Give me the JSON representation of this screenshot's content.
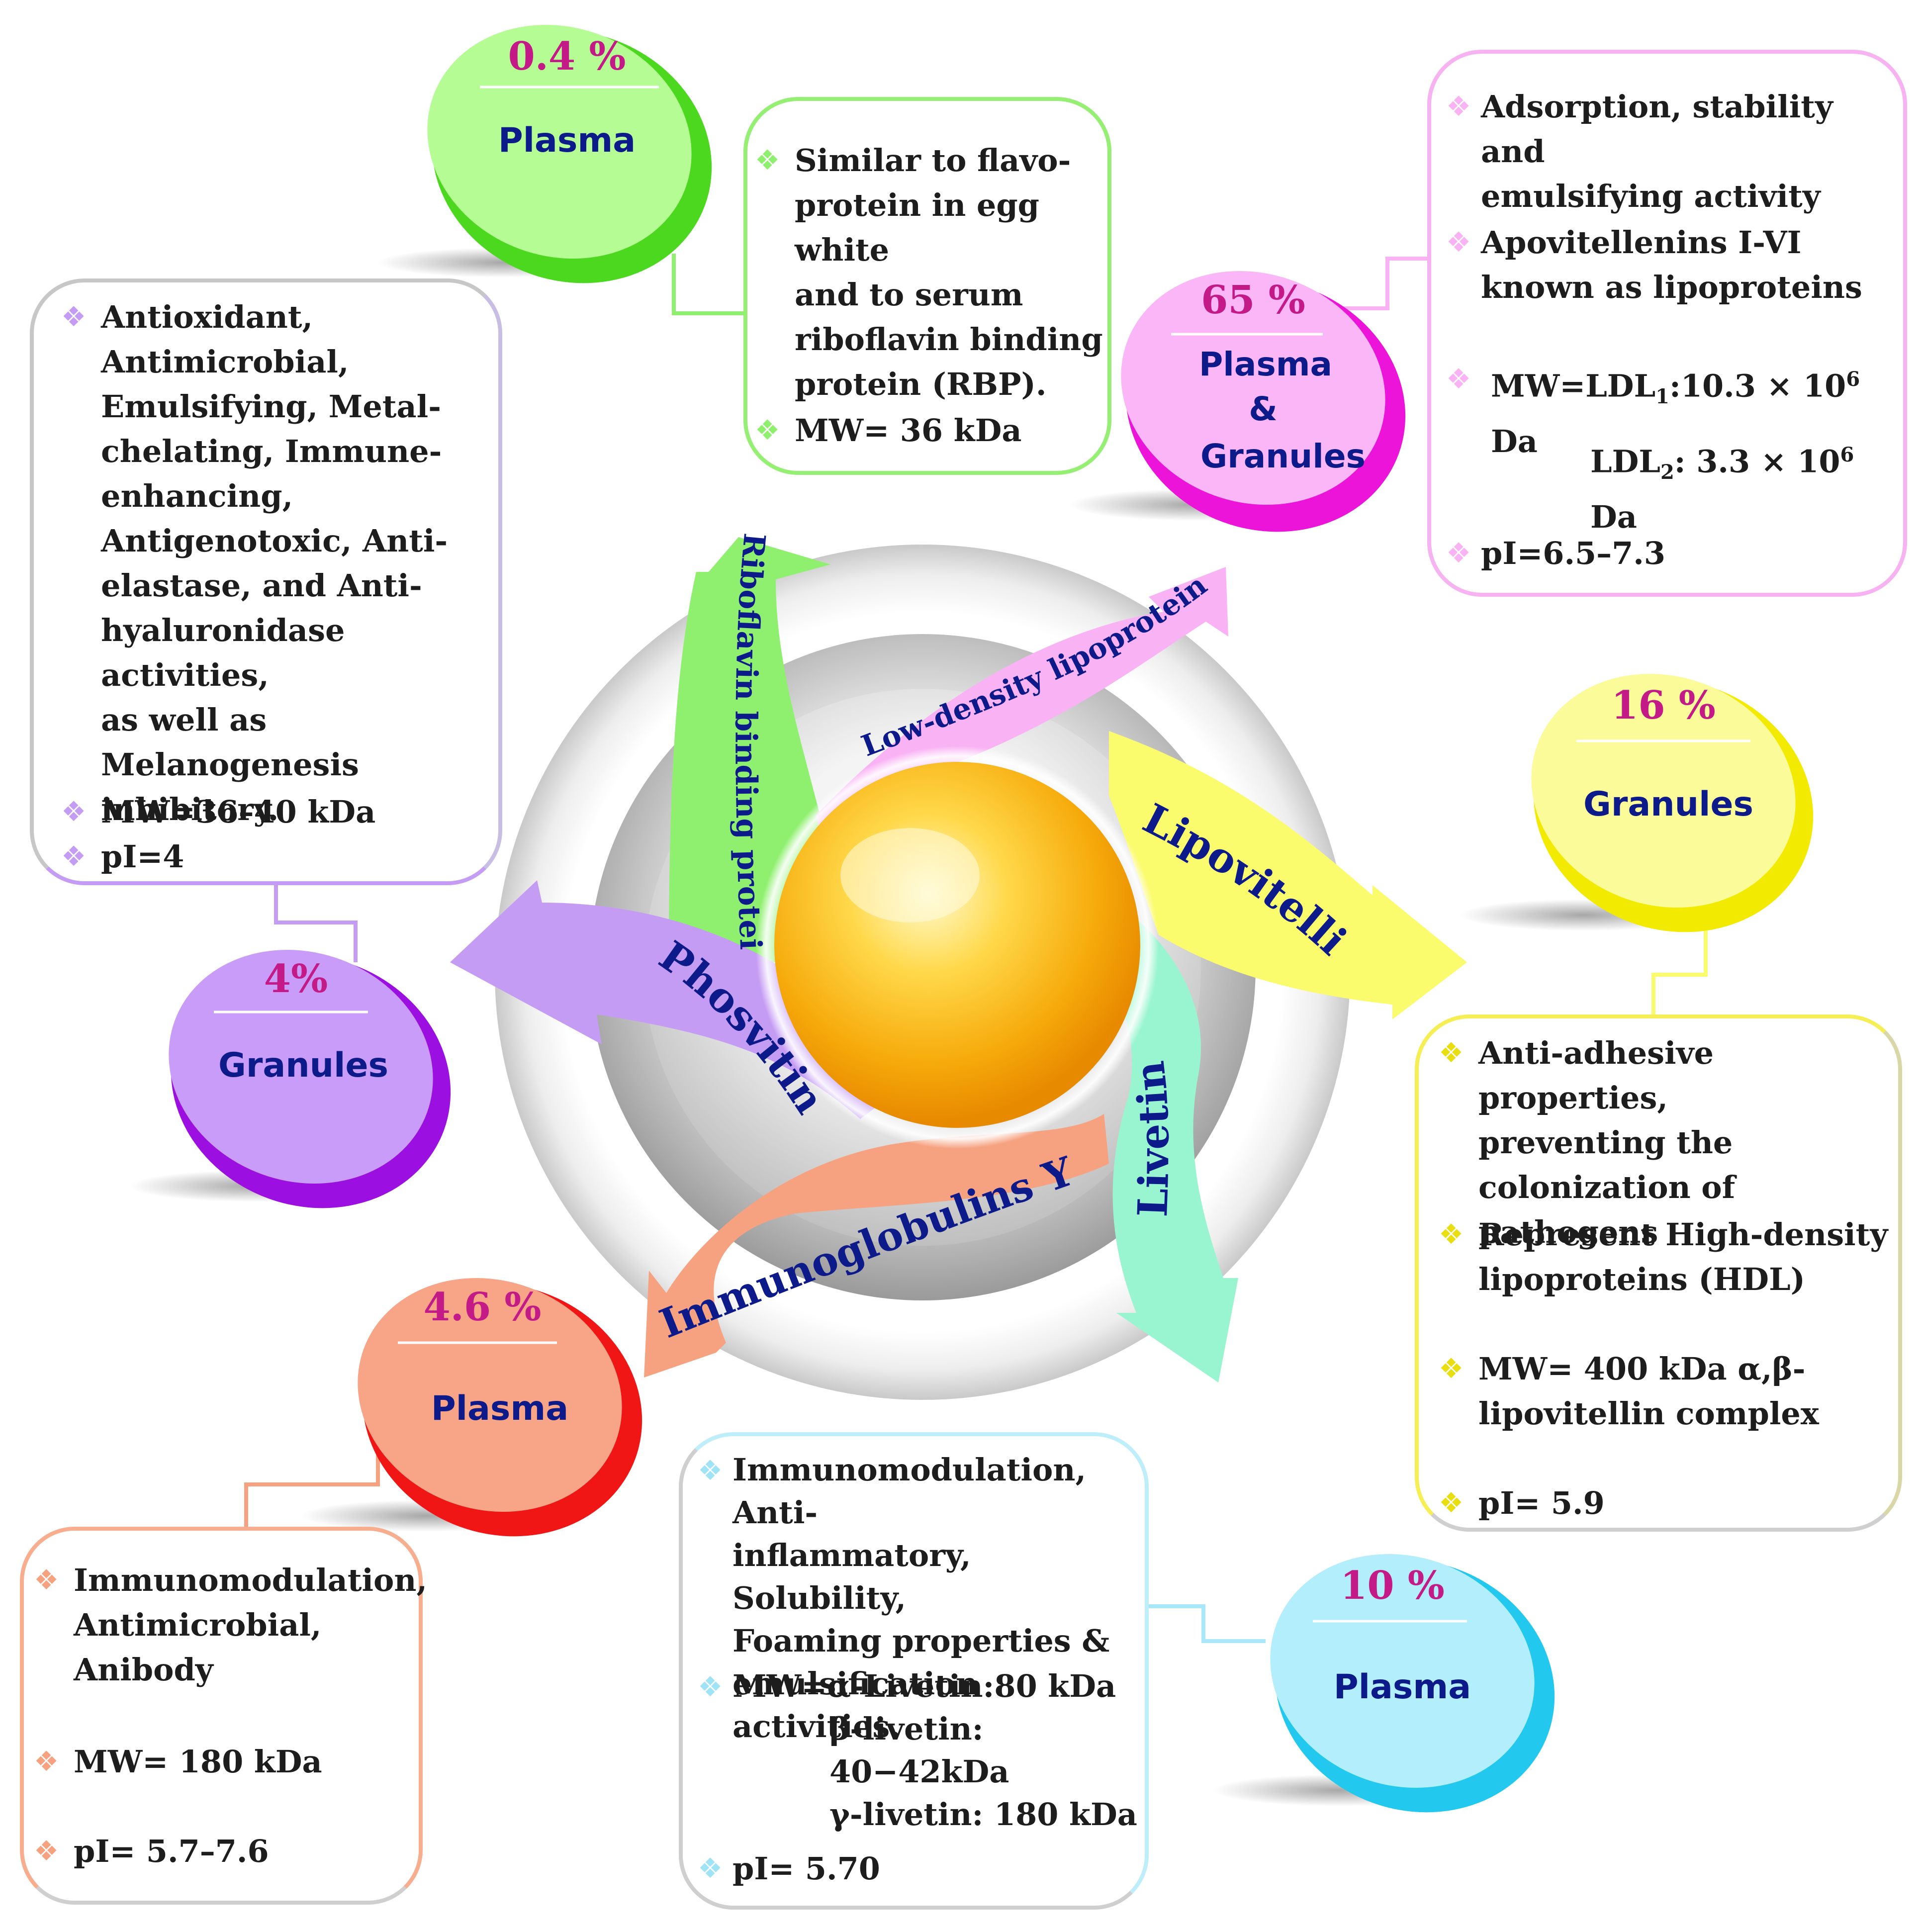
{
  "colors": {
    "riboflavin": "#8ef06e",
    "ldl": "#f9b3f4",
    "lipovitellin": "#fbfb6e",
    "livetin": "#98f5cf",
    "igy": "#f6a281",
    "phosvitin": "#c59cf4",
    "pill_percent_text": "#c41a88",
    "pill_label_text": "#0d1a8a",
    "arrow_text": "#0d1a8a",
    "yolk_light": "#fff3a3",
    "yolk_dark": "#f4a300"
  },
  "icons": {
    "bullet": "diamond-cluster-icon"
  },
  "arrows": {
    "riboflavin": "Riboflavin binding protein",
    "ldl": "Low-density lipoprotein",
    "lipovitellin": "Lipovitelli",
    "livetin": "Livetin",
    "igy": "Immunoglobulins Y",
    "phosvitin": "Phosvitin"
  },
  "pills": {
    "riboflavin": {
      "percent": "0.4 %",
      "label": "Plasma"
    },
    "ldl": {
      "percent": "65 %",
      "label_1": "Plasma",
      "label_2": "&",
      "label_3": "Granules"
    },
    "lipovitellin": {
      "percent": "16 %",
      "label": "Granules"
    },
    "livetin": {
      "percent": "10 %",
      "label": "Plasma"
    },
    "igy": {
      "percent": "4.6 %",
      "label": "Plasma"
    },
    "phosvitin": {
      "percent": "4%",
      "label": "Granules"
    }
  },
  "boxes": {
    "riboflavin": {
      "item_1": [
        "Similar to flavo-",
        "protein in egg white",
        "and to serum",
        "riboflavin binding",
        "protein (RBP)."
      ],
      "item_2": "MW= 36 kDa"
    },
    "ldl": {
      "item_1": [
        "Adsorption, stability and",
        "emulsifying activity"
      ],
      "item_2": [
        "Apovitellenins I-VI",
        "known as lipoproteins"
      ],
      "mw_prefix": "MW=LDL",
      "mw_sub_1": "1",
      "mw_val_1": ":10.3 × 10",
      "mw_sup": "6",
      "mw_unit": " Da",
      "ldl2": "LDL",
      "mw_sub_2": "2",
      "mw_val_2": ": 3.3 × 10",
      "item_4": "pI=6.5–7.3"
    },
    "phosvitin": {
      "item_1": [
        "Antioxidant,",
        "Antimicrobial,",
        "Emulsifying, Metal-",
        "chelating, Immune-",
        "enhancing,",
        "Antigenotoxic, Anti-",
        "elastase, and Anti-",
        "hyaluronidase activities,",
        "as well as Melanogenesis",
        "inhibitory."
      ],
      "item_2": "MW=36–40 kDa",
      "item_3": "pI=4"
    },
    "lipovitellin": {
      "item_1": [
        "Anti-adhesive properties,",
        "preventing the",
        "colonization of pathogens"
      ],
      "item_2": [
        "Represent High-density",
        "lipoproteins (HDL)"
      ],
      "item_3": [
        "MW= 400 kDa α,β-",
        "lipovitellin complex"
      ],
      "item_4": "pI= 5.9"
    },
    "livetin": {
      "item_1": [
        "Immunomodulation, Anti-",
        "inflammatory, Solubility,",
        "Foaming properties &",
        "emulsification activities."
      ],
      "item_2": [
        "MW=α-Livetin:80 kDa",
        "β-livetin: 40−42kDa",
        "γ-livetin: 180 kDa"
      ],
      "item_3": "pI= 5.70"
    },
    "igy": {
      "item_1": [
        "Immunomodulation,",
        "Antimicrobial,",
        "Anibody"
      ],
      "item_2": "MW= 180 kDa",
      "item_3": "pI= 5.7–7.6"
    }
  }
}
